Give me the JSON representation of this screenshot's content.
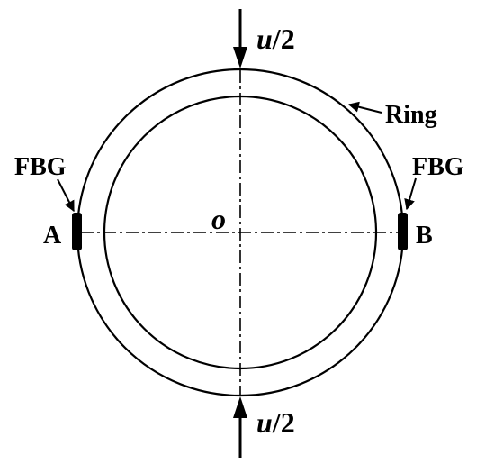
{
  "diagram": {
    "ring_label": "Ring",
    "center_label": "o",
    "sensor_left": {
      "tag": "FBG",
      "point": "A"
    },
    "sensor_right": {
      "tag": "FBG",
      "point": "B"
    },
    "load_top": {
      "var": "u",
      "suffix": "/2"
    },
    "load_bottom": {
      "var": "u",
      "suffix": "/2"
    }
  },
  "colors": {
    "stroke": "#000000",
    "background": "#ffffff"
  }
}
